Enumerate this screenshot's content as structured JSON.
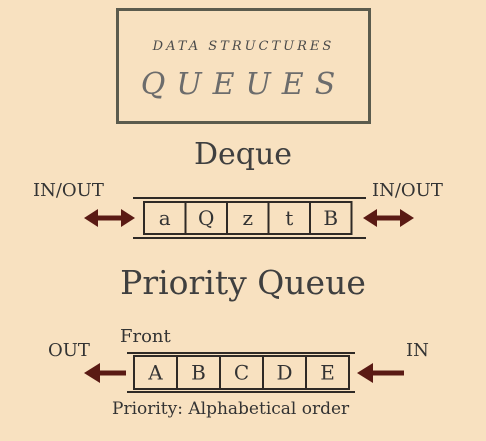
{
  "header": {
    "subtitle": "DATA STRUCTURES",
    "title": "QUEUES"
  },
  "deque": {
    "heading": "Deque",
    "left_label": "IN/OUT",
    "right_label": "IN/OUT",
    "cells": [
      "a",
      "Q",
      "z",
      "t",
      "B"
    ]
  },
  "priority_queue": {
    "heading": "Priority Queue",
    "front_label": "Front",
    "out_label": "OUT",
    "in_label": "IN",
    "cells": [
      "A",
      "B",
      "C",
      "D",
      "E"
    ],
    "caption": "Priority: Alphabetical order"
  },
  "colors": {
    "background": "#f8e1c0",
    "arrow": "#5a1a14",
    "line": "#2f2a26"
  }
}
